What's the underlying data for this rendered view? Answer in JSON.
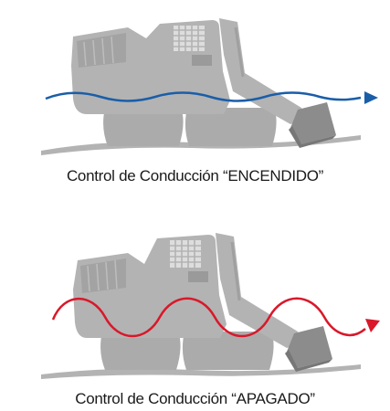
{
  "figures": [
    {
      "caption": "Control de Conducción “ENCENDIDO”",
      "ride_control_state": "on",
      "wave_color": "#1a5ea8",
      "wave_shape": "gentle"
    },
    {
      "caption": "Control de Conducción “APAGADO”",
      "ride_control_state": "off",
      "wave_color": "#d9182a",
      "wave_shape": "large-amplitude"
    }
  ],
  "colors": {
    "machine": "#b3b3b3",
    "machine_dark": "#9a9a9a",
    "bucket": "#8c8c8c",
    "ground": "#b3b3b3"
  }
}
